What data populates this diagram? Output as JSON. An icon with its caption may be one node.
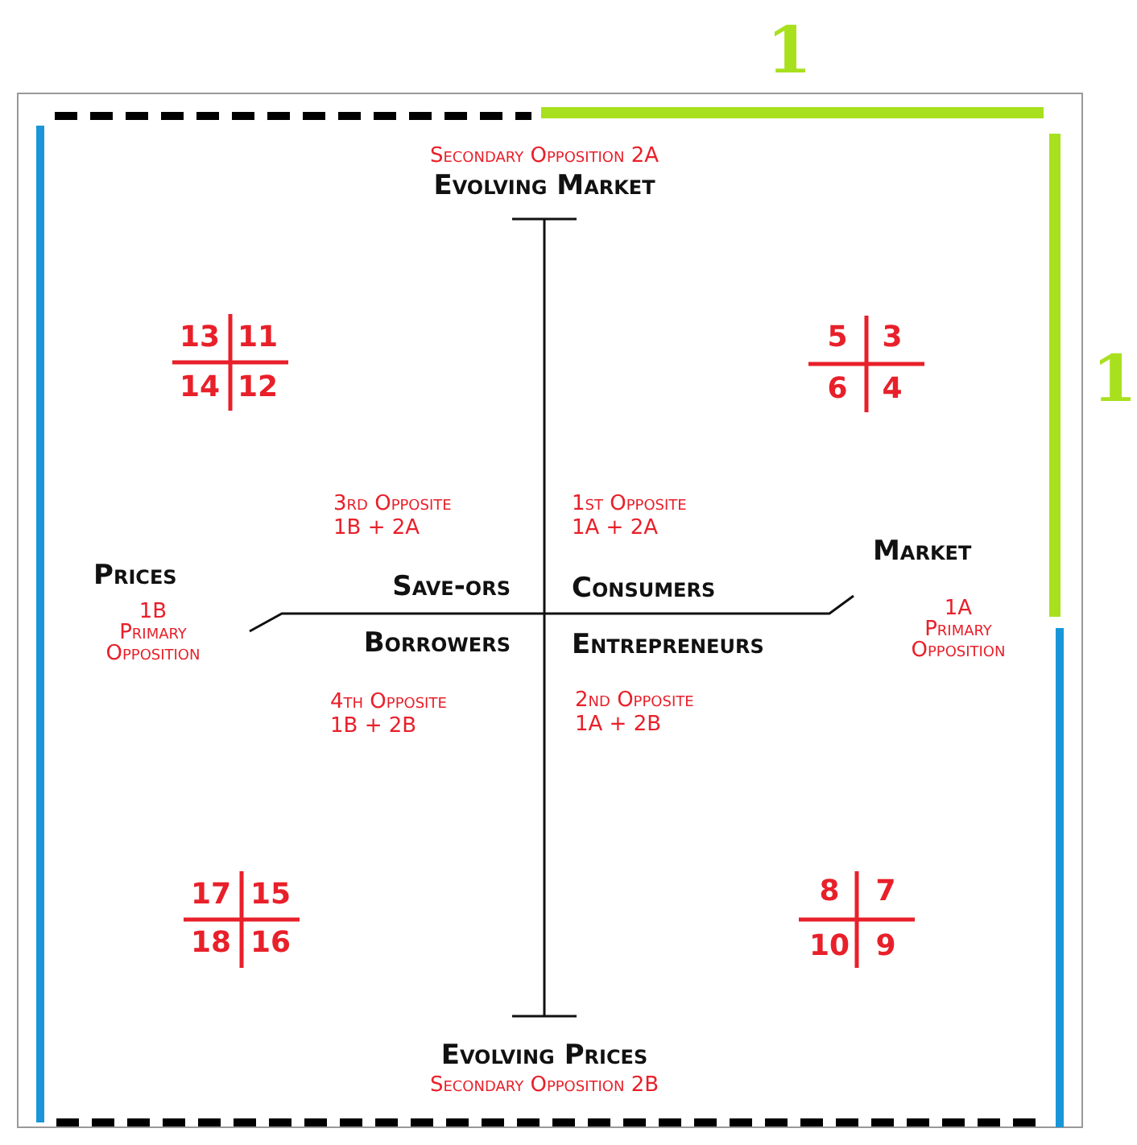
{
  "diagram": {
    "labels": [
      "1",
      "Secondary Opposition 2A",
      "Evolving Market",
      "13",
      "11",
      "14",
      "12",
      "5",
      "3",
      "6",
      "4",
      "1",
      "3rd Opposite",
      "1B + 2A",
      "1st Opposite",
      "1A + 2A",
      "Market",
      "Prices",
      "Save-ors",
      "Consumers",
      "1A",
      "Primary",
      "Opposition",
      "1B",
      "Primary",
      "Opposition",
      "Borrowers",
      "Entrepreneurs",
      "4th Opposite",
      "1B + 2B",
      "2nd Opposite",
      "1A + 2B",
      "17",
      "15",
      "18",
      "16",
      "8",
      "7",
      "10",
      "9",
      "Evolving Prices",
      "Secondary Opposition 2B"
    ]
  }
}
